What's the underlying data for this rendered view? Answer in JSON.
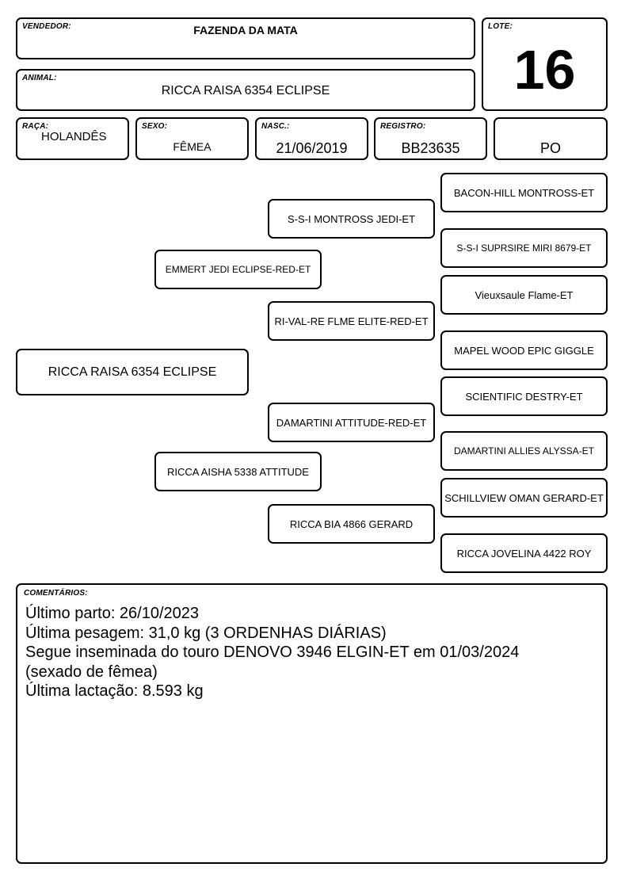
{
  "header": {
    "vendedor_label": "VENDEDOR:",
    "vendedor": "FAZENDA DA MATA",
    "lote_label": "LOTE:",
    "lote": "16",
    "animal_label": "ANIMAL:",
    "animal": "RICCA RAISA 6354 ECLIPSE"
  },
  "info": {
    "raca_label": "RAÇA:",
    "raca": "HOLANDÊS",
    "sexo_label": "SEXO:",
    "sexo": "FÊMEA",
    "nasc_label": "NASC.:",
    "nasc": "21/06/2019",
    "registro_label": "REGISTRO:",
    "registro": "BB23635",
    "categoria": "PO"
  },
  "pedigree": {
    "animal": "RICCA RAISA 6354 ECLIPSE",
    "sire": "EMMERT JEDI ECLIPSE-RED-ET",
    "dam": "RICCA AISHA 5338 ATTITUDE",
    "sire_sire": "S-S-I MONTROSS JEDI-ET",
    "sire_dam": "RI-VAL-RE FLME ELITE-RED-ET",
    "dam_sire": "DAMARTINI ATTITUDE-RED-ET",
    "dam_dam": "RICCA BIA 4866 GERARD",
    "sss": "BACON-HILL MONTROSS-ET",
    "ssd": "S-S-I SUPRSIRE MIRI 8679-ET",
    "sds": "Vieuxsaule Flame-ET",
    "sdd": "MAPEL WOOD EPIC GIGGLE",
    "dss": "SCIENTIFIC DESTRY-ET",
    "dsd": "DAMARTINI ALLIES ALYSSA-ET",
    "dds": "SCHILLVIEW OMAN GERARD-ET",
    "ddd": "RICCA JOVELINA 4422 ROY"
  },
  "comments": {
    "label": "COMENTÁRIOS:",
    "lines": [
      "Último parto: 26/10/2023",
      "Última pesagem: 31,0 kg (3 ORDENHAS DIÁRIAS)",
      "Segue inseminada do touro DENOVO 3946 ELGIN-ET em 01/03/2024",
      "(sexado de fêmea)",
      "Última lactação: 8.593 kg"
    ]
  }
}
